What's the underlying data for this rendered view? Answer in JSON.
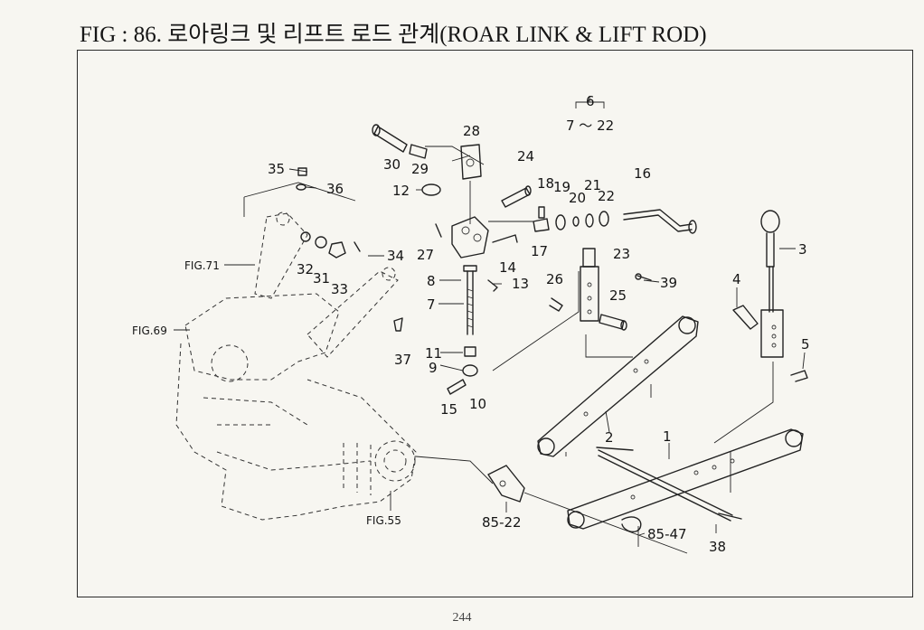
{
  "figure": {
    "title": "FIG : 86. 로아링크 및 리프트 로드 관계(ROAR LINK & LIFT ROD)",
    "page_number": "244"
  },
  "labels": {
    "p1": "1",
    "p2": "2",
    "p3": "3",
    "p4": "4",
    "p5": "5",
    "p6": "6",
    "p6_range": "7 ～ 22",
    "p7": "7",
    "p8": "8",
    "p9": "9",
    "p10": "10",
    "p11": "11",
    "p12": "12",
    "p13": "13",
    "p14": "14",
    "p15": "15",
    "p16": "16",
    "p17": "17",
    "p18": "18",
    "p19": "19",
    "p20": "20",
    "p21": "21",
    "p22": "22",
    "p23": "23",
    "p24": "24",
    "p25": "25",
    "p26": "26",
    "p27": "27",
    "p28": "28",
    "p29": "29",
    "p30": "30",
    "p31": "31",
    "p32": "32",
    "p33": "33",
    "p34": "34",
    "p35": "35",
    "p36": "36",
    "p37": "37",
    "p38": "38",
    "p39": "39",
    "ref_85_22": "85-22",
    "ref_85_47": "85-47",
    "fig71": "FIG.71",
    "fig69": "FIG.69",
    "fig55": "FIG.55"
  }
}
